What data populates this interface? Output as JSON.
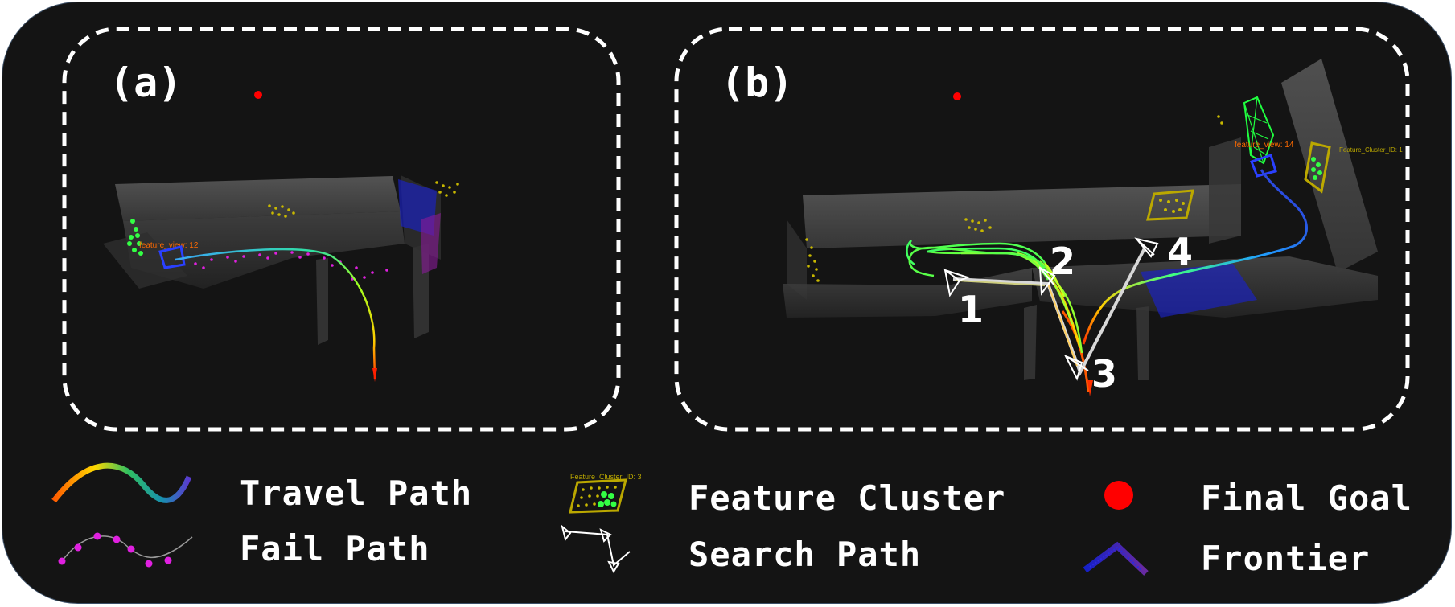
{
  "panels": [
    {
      "label": "(a)",
      "annotation": "feature_view: 12",
      "annotation_color": "#ff6a00"
    },
    {
      "label": "(b)",
      "annotation": "feature_view: 14",
      "annotation_color": "#ff6a00",
      "secondary_annotation": "Feature_Cluster_ID: 1",
      "search_waypoints": [
        "1",
        "2",
        "3",
        "4"
      ]
    }
  ],
  "legend": {
    "items": [
      {
        "label": "Travel Path",
        "icon": "rainbow-wave-icon"
      },
      {
        "label": "Fail Path",
        "icon": "magenta-dotted-wave-icon"
      },
      {
        "label": "Feature Cluster",
        "icon": "feature-cluster-box-icon",
        "icon_text": "Feature_Cluster_ID: 3"
      },
      {
        "label": "Search Path",
        "icon": "white-camera-path-icon"
      },
      {
        "label": "Final Goal",
        "icon": "red-dot-icon"
      },
      {
        "label": "Frontier",
        "icon": "blue-frontier-icon"
      }
    ]
  },
  "colors": {
    "background": "#141414",
    "outer_border": "#3c4f66",
    "panel_border": "#ffffff",
    "goal": "#ff0000",
    "cluster_box": "#bba800",
    "feature_points": "#33ff33",
    "frontier": "#1a22d6",
    "fail_points": "#e020e0"
  }
}
